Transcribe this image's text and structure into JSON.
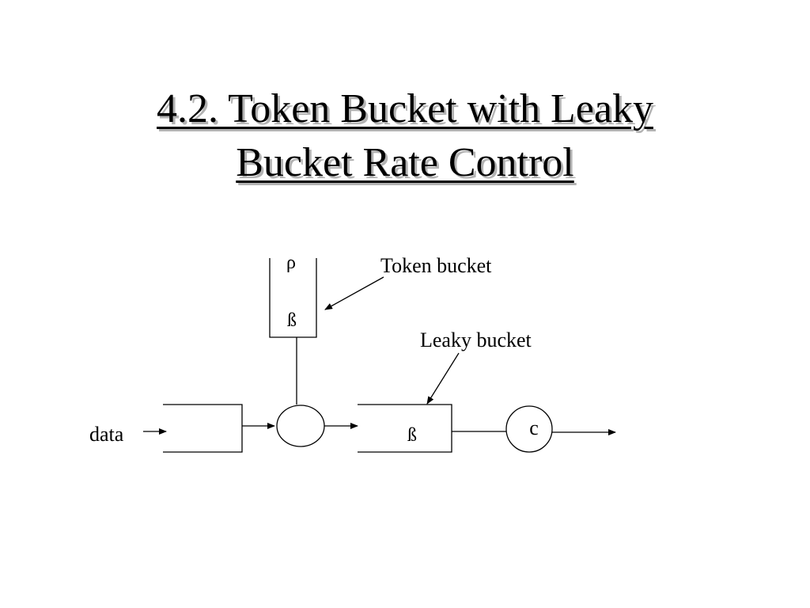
{
  "slide": {
    "title_line1": "4.2. Token Bucket with Leaky",
    "title_line2": "Bucket Rate Control"
  },
  "diagram": {
    "token_bucket_label": "Token bucket",
    "leaky_bucket_label": "Leaky bucket",
    "token_rate_symbol": "ρ",
    "token_bucket_size_symbol": "ß",
    "leaky_bucket_size_symbol": "ß",
    "output_rate_symbol": "c",
    "input_label": "data"
  }
}
